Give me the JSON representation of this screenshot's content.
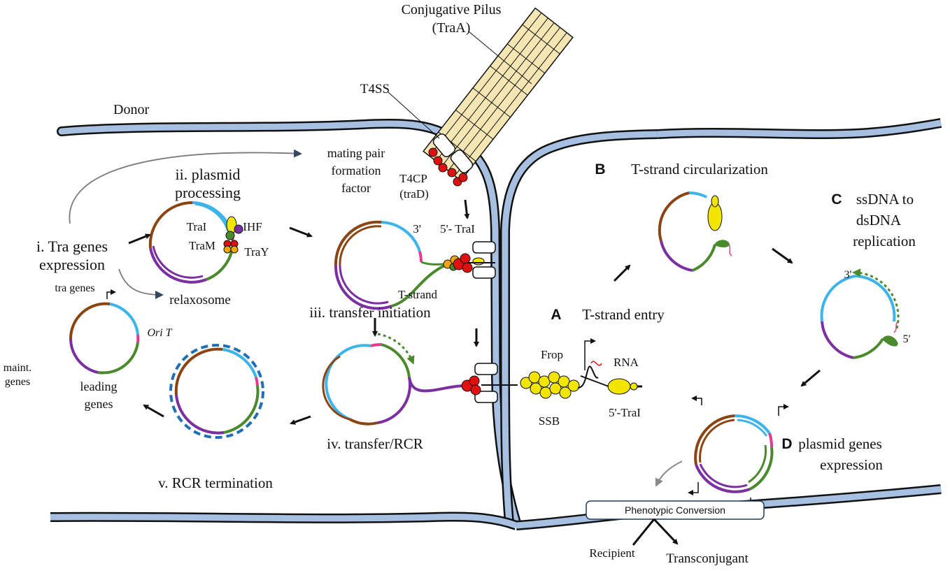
{
  "colors": {
    "membrane_fill": "#a7bfe0",
    "membrane_line": "#111111",
    "plasmid_cyan": "#3cb4ea",
    "plasmid_brown": "#8b4513",
    "plasmid_purple": "#7b2fa0",
    "plasmid_green": "#4a8a2c",
    "plasmid_pink": "#e6398f",
    "relaxase_red": "#e01010",
    "ssb_yellow": "#f2e600",
    "pilus_fill": "#f5e6b4",
    "pointer_gray": "#7a7a7a",
    "pointer_navy": "#34495e",
    "rcr_blue": "#1f6fb5"
  },
  "labels": {
    "donor": "Donor",
    "pilus_title": "Conjugative Pilus",
    "pilus_sub": "(TraA)",
    "t4ss": "T4SS",
    "t4cp": "T4CP",
    "trad": "(traD)",
    "mating_1": "mating pair",
    "mating_2": "formation",
    "mating_3": "factor",
    "step_i_1": "i. Tra genes",
    "step_i_2": "expression",
    "step_ii_1": "ii. plasmid",
    "step_ii_2": "processing",
    "relaxosome": "relaxosome",
    "tral": "TraI",
    "traM": "TraM",
    "ihf": "IHF",
    "traY": "TraY",
    "tra_genes": "tra genes",
    "oriT": "Ori T",
    "maint_1": "maint.",
    "maint_2": "genes",
    "leading_1": "leading",
    "leading_2": "genes",
    "three_prime": "3'",
    "five_prime_tral": "5'- TraI",
    "t_strand": "T-strand",
    "step_iii": "iii. transfer initiation",
    "step_iv": "iv. transfer/RCR",
    "step_v": "v. RCR termination",
    "A_letter": "A",
    "A_text": "T-strand entry",
    "B_letter": "B",
    "B_text": "T-strand circularization",
    "C_letter": "C",
    "C_text_1": "ssDNA to",
    "C_text_2": "dsDNA",
    "C_text_3": "replication",
    "C_three": "3'",
    "C_five": "5'",
    "D_letter": "D",
    "D_text_1": "plasmid genes",
    "D_text_2": "expression",
    "frop": "Frop",
    "rna": "RNA",
    "ssb": "SSB",
    "five_tral_recipient": "5'-TraI",
    "phenotypic": "Phenotypic Conversion",
    "recipient": "Recipient",
    "transconjugant": "Transconjugant"
  }
}
